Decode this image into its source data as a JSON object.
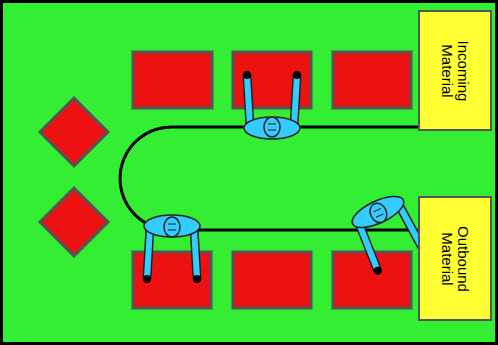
{
  "diagram": {
    "nodes": [
      {
        "text": [
          "Incoming Material"
        ]
      },
      {
        "text": [
          "Outbound Material"
        ]
      }
    ],
    "edges": [
      {
        "from": 0,
        "to": 1,
        "arrow": "to"
      }
    ]
  }
}
